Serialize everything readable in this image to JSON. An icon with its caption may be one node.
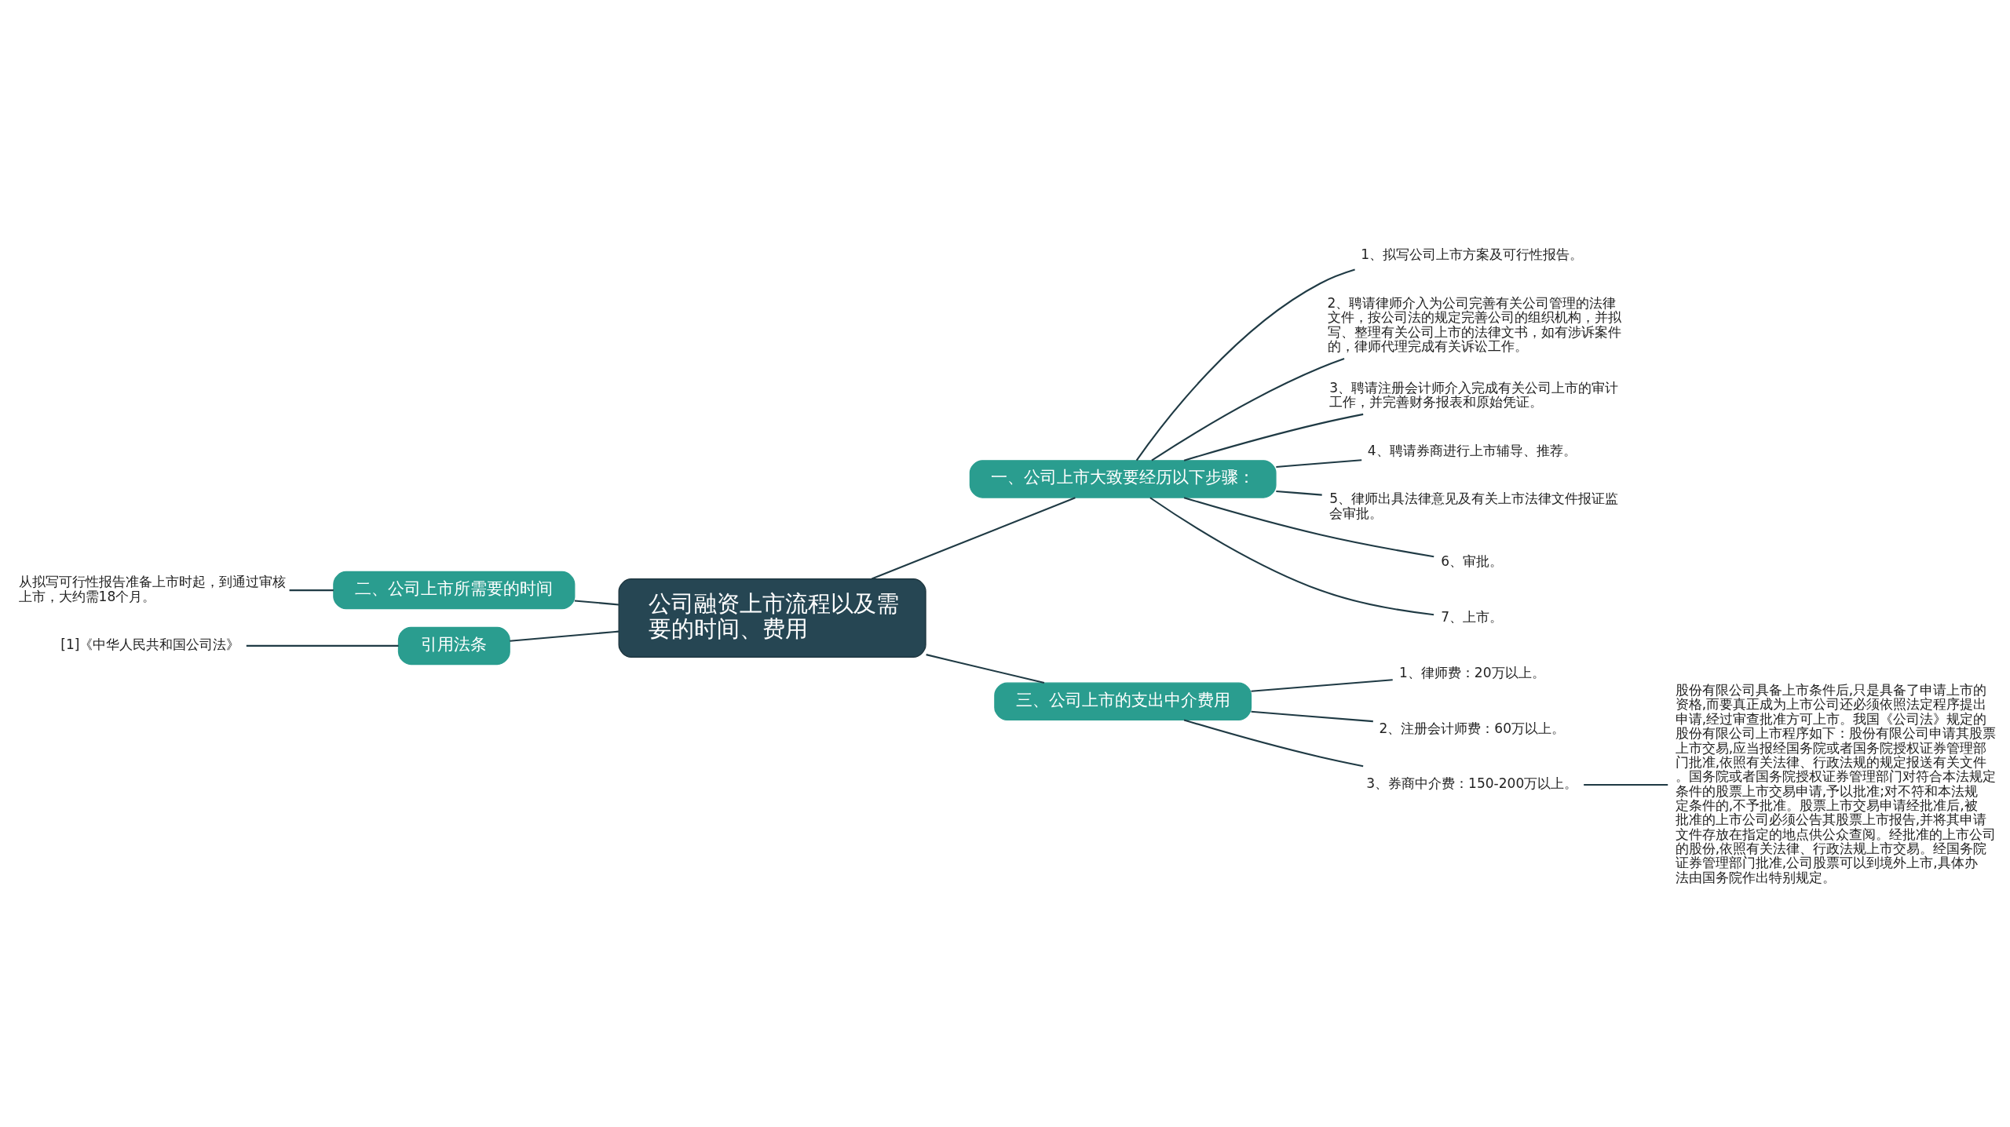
{
  "diagram": {
    "nodes": [
      {
        "text": [
          "公司融资上市流程以及需要的时间、费用"
        ]
      },
      {
        "text": [
          "一、公司上市大致要经历以下步骤："
        ]
      },
      {
        "text": [
          "1、拟写公司上市方案及可行性报告。"
        ]
      },
      {
        "text": [
          "2、聘请律师介入为公司完善有关公司管理的法律文件，按公司法的规定完善公司的组织机构，并拟写、整理有关公司上市的法律文书，如有涉诉案件的，律师代理完成有关诉讼工作。"
        ]
      },
      {
        "text": [
          "3、聘请注册会计师介入完成有关公司上市的审计工作，并完善财务报表和原始凭证。"
        ]
      },
      {
        "text": [
          "4、聘请券商进行上市辅导、推荐。"
        ]
      },
      {
        "text": [
          "5、律师出具法律意见及有关上市法律文件报证监会审批。"
        ]
      },
      {
        "text": [
          "6、审批。"
        ]
      },
      {
        "text": [
          "7、上市。"
        ]
      },
      {
        "text": [
          "三、公司上市的支出中介费用"
        ]
      },
      {
        "text": [
          "1、律师费：20万以上。"
        ]
      },
      {
        "text": [
          "2、注册会计师费：60万以上。"
        ]
      },
      {
        "text": [
          "3、券商中介费：150-200万以上。"
        ]
      },
      {
        "text": [
          "股份有限公司具备上市条件后,只是具备了申请上市的资格,而要真正成为上市公司还必须依照法定程序提出申请,经过审查批准方可上市。我国《公司法》规定的股份有限公司上市程序如下：股份有限公司申请其股票上市交易,应当报经国务院或者国务院授权证券管理部门批准,依照有关法律、行政法规的规定报送有关文件。国务院或者国务院授权证券管理部门对符合本法规定条件的股票上市交易申请,予以批准;对不符和本法规定条件的,不予批准。股票上市交易申请经批准后,被批准的上市公司必须公告其股票上市报告,并将其申请文件存放在指定的地点供公众查阅。经批准的上市公司的股份,依照有关法律、行政法规上市交易。经国务院证券管理部门批准,公司股票可以到境外上市,具体办法由国务院作出特别规定。"
        ]
      },
      {
        "text": [
          "二、公司上市所需要的时间"
        ]
      },
      {
        "text": [
          "从拟写可行性报告准备上市时起，到通过审核上市，大约需18个月。"
        ]
      },
      {
        "text": [
          "引用法条"
        ]
      },
      {
        "text": [
          "[1]《中华人民共和国公司法》"
        ]
      }
    ],
    "edges": [
      {
        "from": 0,
        "to": 1,
        "arrow": "none"
      },
      {
        "from": 1,
        "to": 2,
        "arrow": "none"
      },
      {
        "from": 1,
        "to": 3,
        "arrow": "none"
      },
      {
        "from": 1,
        "to": 4,
        "arrow": "none"
      },
      {
        "from": 1,
        "to": 5,
        "arrow": "none"
      },
      {
        "from": 1,
        "to": 6,
        "arrow": "none"
      },
      {
        "from": 1,
        "to": 7,
        "arrow": "none"
      },
      {
        "from": 1,
        "to": 8,
        "arrow": "none"
      },
      {
        "from": 0,
        "to": 9,
        "arrow": "none"
      },
      {
        "from": 9,
        "to": 10,
        "arrow": "none"
      },
      {
        "from": 9,
        "to": 11,
        "arrow": "none"
      },
      {
        "from": 9,
        "to": 12,
        "arrow": "none"
      },
      {
        "from": 12,
        "to": 13,
        "arrow": "none"
      },
      {
        "from": 0,
        "to": 14,
        "arrow": "none"
      },
      {
        "from": 14,
        "to": 15,
        "arrow": "none"
      },
      {
        "from": 0,
        "to": 16,
        "arrow": "none"
      },
      {
        "from": 16,
        "to": 17,
        "arrow": "none"
      }
    ]
  }
}
